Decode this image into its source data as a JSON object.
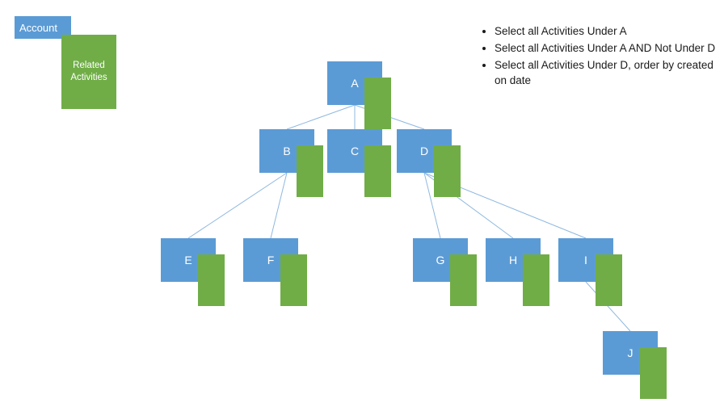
{
  "legend": {
    "account_label": "Account",
    "related_label": "Related Activities"
  },
  "bullets": [
    "Select all Activities Under A",
    "Select all Activities Under A AND Not Under D",
    "Select all Activities Under D, order by created on date"
  ],
  "nodes": {
    "A": "A",
    "B": "B",
    "C": "C",
    "D": "D",
    "E": "E",
    "F": "F",
    "G": "G",
    "H": "H",
    "I": "I",
    "J": "J"
  },
  "tree": {
    "edges": [
      [
        "A",
        "B"
      ],
      [
        "A",
        "C"
      ],
      [
        "A",
        "D"
      ],
      [
        "B",
        "E"
      ],
      [
        "B",
        "F"
      ],
      [
        "D",
        "G"
      ],
      [
        "D",
        "H"
      ],
      [
        "D",
        "I"
      ],
      [
        "I",
        "J"
      ]
    ]
  },
  "colors": {
    "account_blue": "#5B9BD5",
    "activity_green": "#70AD47",
    "connector_blue": "#8FB8E0",
    "text_black": "#1a1a1a"
  }
}
